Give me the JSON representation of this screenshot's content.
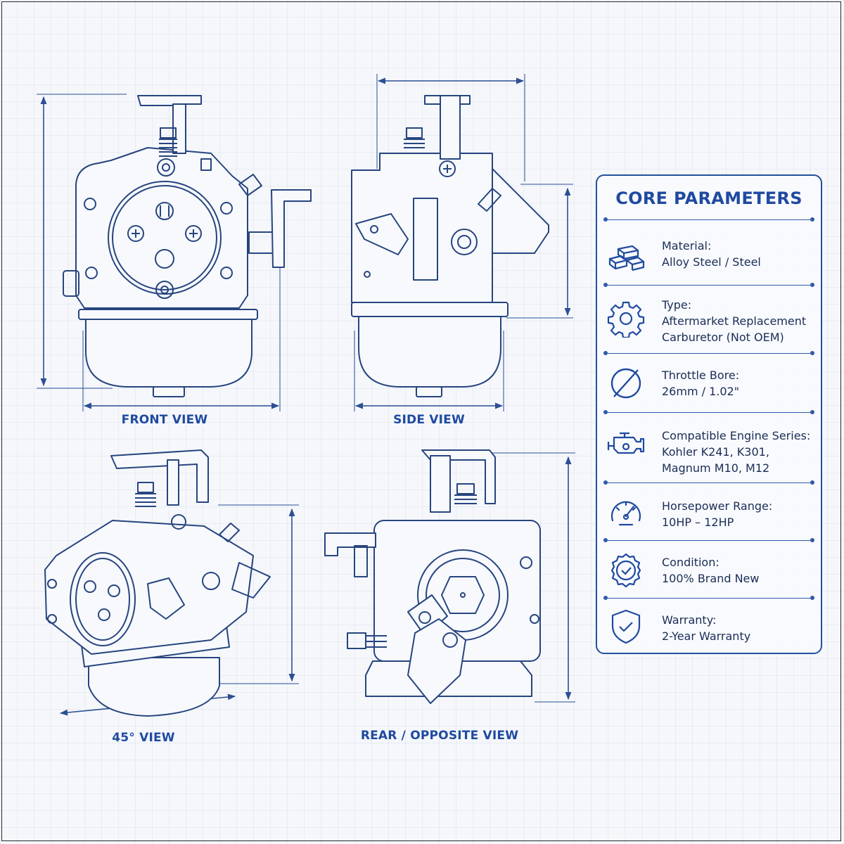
{
  "views": [
    {
      "id": "front",
      "label": "FRONT VIEW"
    },
    {
      "id": "side",
      "label": "SIDE VIEW"
    },
    {
      "id": "angle",
      "label": "45° VIEW"
    },
    {
      "id": "rear",
      "label": "REAR / OPPOSITE VIEW"
    }
  ],
  "panel": {
    "title": "CORE PARAMETERS",
    "items": [
      {
        "icon": "ingots-icon",
        "label": "Material:",
        "value": "Alloy Steel / Steel"
      },
      {
        "icon": "gear-icon",
        "label": "Type:",
        "value": "Aftermarket Replacement",
        "value2": "Carburetor (Not OEM)"
      },
      {
        "icon": "diameter-icon",
        "label": "Throttle Bore:",
        "value": "26mm / 1.02\""
      },
      {
        "icon": "engine-icon",
        "label": "Compatible Engine Series:",
        "value": "Kohler K241, K301,",
        "value2": "Magnum M10, M12"
      },
      {
        "icon": "gauge-icon",
        "label": "Horsepower Range:",
        "value": "10HP – 12HP"
      },
      {
        "icon": "badge-check-icon",
        "label": "Condition:",
        "value": "100% Brand New"
      },
      {
        "icon": "shield-check-icon",
        "label": "Warranty:",
        "value": "2-Year Warranty"
      }
    ]
  },
  "colors": {
    "ink": "#1f4aa0",
    "line": "#27457f",
    "paper": "#f5f7fb"
  }
}
